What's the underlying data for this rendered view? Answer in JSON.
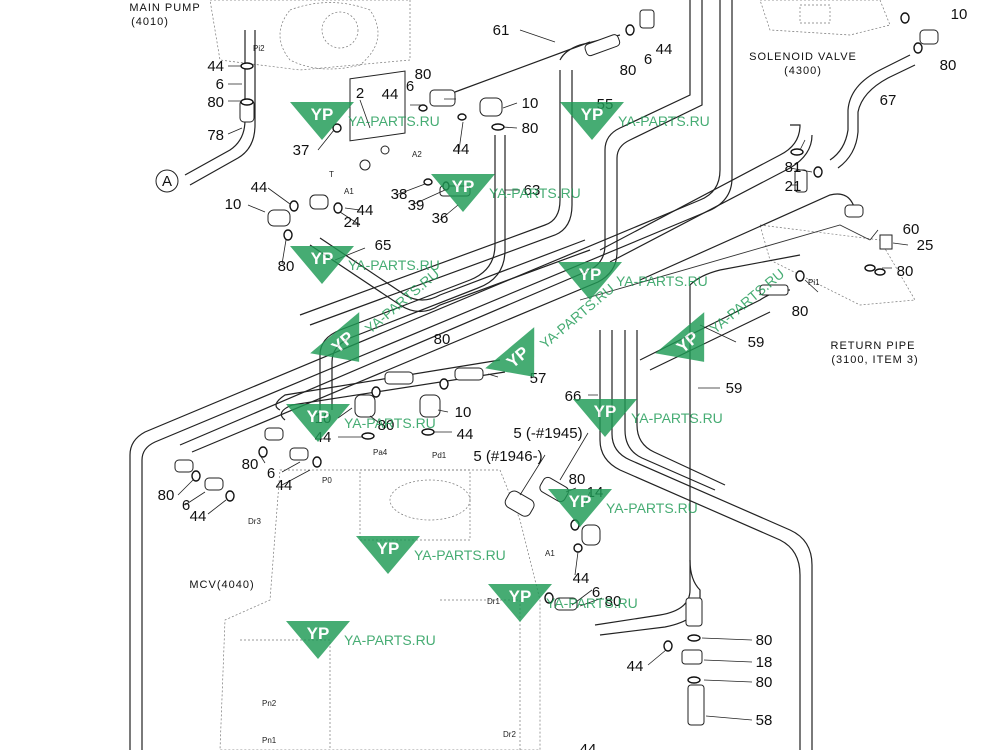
{
  "colors": {
    "watermark": "#1e9a55",
    "line": "#222222",
    "background": "#ffffff"
  },
  "components": {
    "main_pump": {
      "name": "MAIN PUMP",
      "code": "(4010)"
    },
    "solenoid_valve": {
      "name": "SOLENOID VALVE",
      "code": "(4300)"
    },
    "return_pipe": {
      "name": "RETURN PIPE",
      "code": "(3100, ITEM 3)"
    },
    "mcv": {
      "name": "MCV(4040)"
    }
  },
  "section_marker": "A",
  "watermark": {
    "text": "YA-PARTS.RU",
    "logo_letters": "YP"
  },
  "port_labels": [
    "Pi2",
    "A2",
    "T",
    "A1",
    "Pa4",
    "Pd1",
    "P0",
    "Dr3",
    "A1",
    "Dr1",
    "Pn2",
    "Pn1",
    "Dr2",
    "Pi1"
  ],
  "callouts": [
    "44",
    "6",
    "80",
    "78",
    "2",
    "37",
    "44",
    "80",
    "6",
    "10",
    "80",
    "61",
    "80",
    "6",
    "44",
    "10",
    "80",
    "44",
    "81",
    "21",
    "55",
    "67",
    "63",
    "38",
    "39",
    "36",
    "44",
    "24",
    "44",
    "10",
    "80",
    "65",
    "60",
    "25",
    "80",
    "80",
    "59",
    "80",
    "57",
    "66",
    "59",
    "10",
    "80",
    "44",
    "10",
    "44",
    "5 (-#1945)",
    "5 (#1946-)",
    "80",
    "14",
    "80",
    "6",
    "44",
    "80",
    "6",
    "44",
    "44",
    "6",
    "80",
    "44",
    "80",
    "18",
    "80",
    "58",
    "44"
  ]
}
